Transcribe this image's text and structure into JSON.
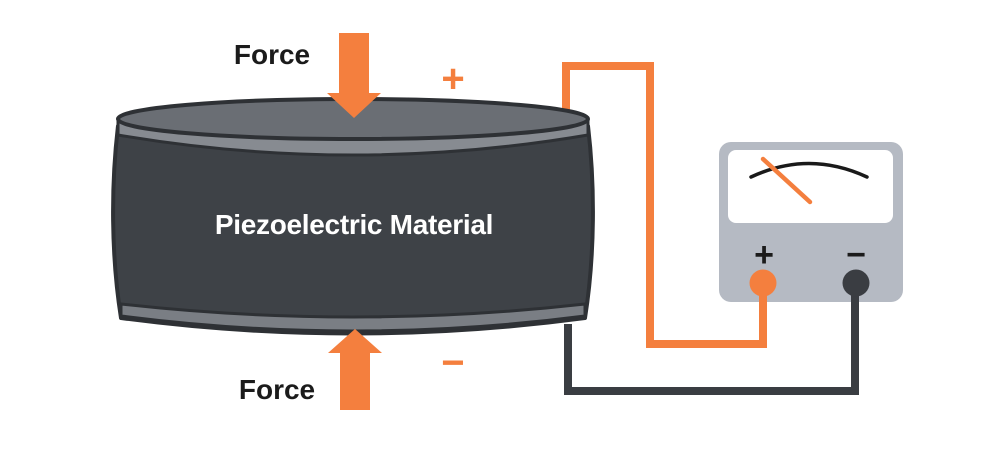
{
  "colors": {
    "accent": "#F47F3E",
    "dark": "#3A3D42",
    "body_fill": "#3E4247",
    "outline": "#2E3135",
    "cap_top": "#6A6E74",
    "cap_band": "#878B91",
    "bottom_band": "#7A7E84",
    "meter_body": "#B5BAC3",
    "meter_screen": "#FFFFFF",
    "scale_arc": "#1A1A1A",
    "label_dark": "#1B1B1B",
    "label_light": "#FFFFFF"
  },
  "cylinder": {
    "label": "Piezoelectric Material"
  },
  "forces": {
    "top_label": "Force",
    "bottom_label": "Force"
  },
  "charge": {
    "top_symbol": "+",
    "bottom_symbol": "−"
  },
  "voltmeter": {
    "positive_label": "+",
    "negative_label": "−"
  }
}
